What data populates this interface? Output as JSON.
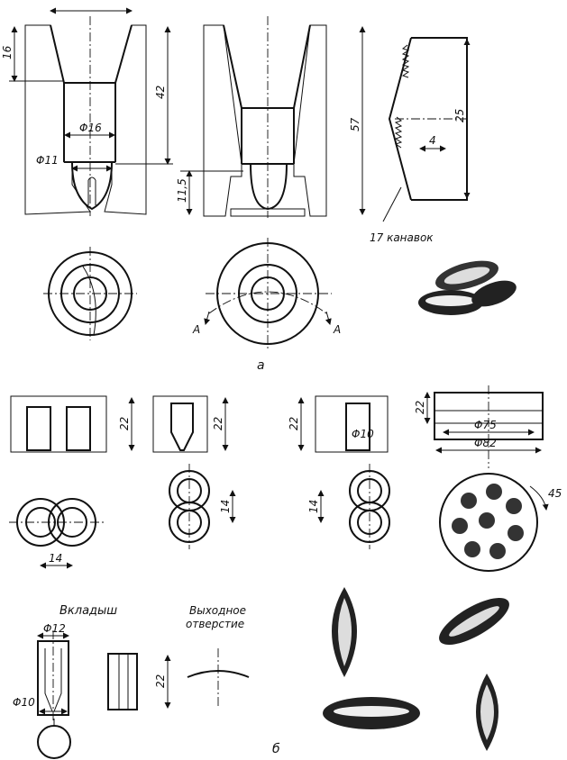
{
  "figure_a": {
    "dims": {
      "d16": "16",
      "d42": "42",
      "dia16": "Φ16",
      "dia11": "Φ11",
      "d11_5": "11,5",
      "d57": "57",
      "d25": "25",
      "d4": "4",
      "grooves": "17 канавок"
    },
    "section_markers": [
      "A",
      "A"
    ],
    "caption": "а"
  },
  "figure_b": {
    "dims": {
      "h22_1": "22",
      "h22_2": "22",
      "h22_3": "22",
      "dia10_top": "Φ10",
      "h22_4": "22",
      "dia75": "Φ75",
      "dia82": "Φ82",
      "w14_1": "14",
      "h14_2": "14",
      "h14_3": "14",
      "deg45": "45",
      "insert_title": "Вкладыш",
      "outlet_title_1": "Выходное",
      "outlet_title_2": "отверстие",
      "dia12": "Φ12",
      "dia10_bottom": "Φ10",
      "h22_5": "22"
    },
    "caption": "б"
  }
}
